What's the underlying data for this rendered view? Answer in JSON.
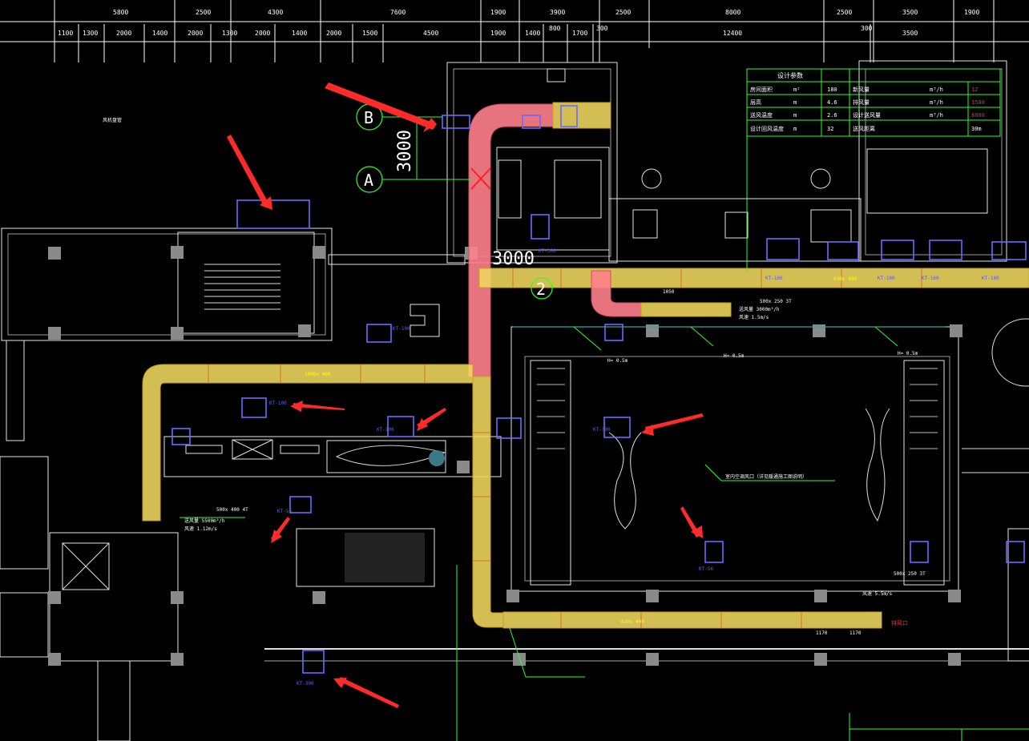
{
  "drawing": {
    "dims_top": [
      "5800",
      "2500",
      "4300",
      "7600",
      "1900",
      "3900",
      "2500",
      "8000",
      "2500",
      "3500",
      "1900"
    ],
    "dims_second": [
      "1100",
      "1300",
      "2000",
      "1400",
      "2000",
      "1300",
      "2000",
      "1400",
      "2000",
      "1500",
      "4500",
      "1900",
      "1400",
      "800",
      "1700",
      "300",
      "12400",
      "300",
      "3500"
    ],
    "grid_a": "A",
    "grid_b": "B",
    "grid_2": "2",
    "dim_3000_vertical": "3000",
    "dim_3000_horizontal": "3000",
    "table": {
      "rows": [
        {
          "l": "房间面积",
          "u": "m²",
          "v": "180",
          "l2": "新风量",
          "u2": "m³/h",
          "v2": "12"
        },
        {
          "l": "层高",
          "u": "m",
          "v": "4.6",
          "l2": "排风量",
          "u2": "m³/h",
          "v2": "1500"
        },
        {
          "l": "送风温度",
          "u": "m",
          "v": "2.6",
          "l2": "设计送风量",
          "u2": "m³/h",
          "v2": "8000"
        },
        {
          "l": "设计回风温度",
          "u": "m",
          "v": "32",
          "l2": "送风距离",
          "u2": "",
          "v2": "30m"
        }
      ],
      "header": "设计参数"
    },
    "units": {
      "kt300": "KT-300",
      "kt100": "KT-100",
      "kt160": "KT-160",
      "kt56": "KT-56"
    },
    "notes": {
      "airflow_1": "500x 250 3T",
      "airflow_2": "500x 400 4T",
      "airflow_3": "500x 250 3T",
      "flow_1": "送风量 3000m³/h",
      "flow_2": "送风量 5500m³/h",
      "speed_1": "风速 1.5m/s",
      "speed_2": "风速 1.12m/s",
      "speed_3": "风速 5.5m/s",
      "h1": "H=  0.5m",
      "h2": "H=  0.5m",
      "h3": "H=  0.5m",
      "dist_1": "1050",
      "dist_2": "1170",
      "dist_3": "1170",
      "duct_1": "1000x 400",
      "duct_2": "630x 400",
      "duct_3": "630x 400",
      "note_mid": "室内空调风口（详见暖通施工图说明）",
      "zone": "排风口",
      "label_top": "风机盘管"
    },
    "colors": {
      "duct_yellow": "#f0d860",
      "duct_pink": "#ff808c",
      "unit_blue": "#6a6aff",
      "annotation_green": "#2cff2c",
      "arrow_red": "#ff2a2a"
    }
  }
}
